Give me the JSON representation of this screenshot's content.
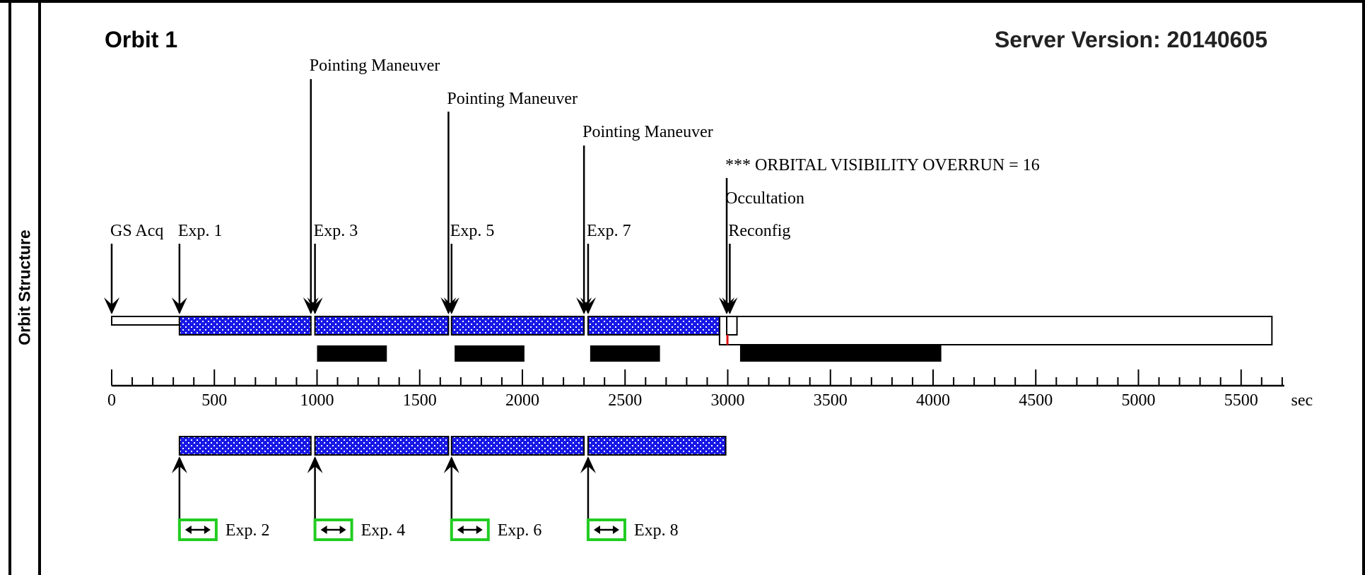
{
  "side_label": "Orbit Structure",
  "orbit_title": "Orbit 1",
  "server_version": "Server Version: 20140605",
  "time_axis": {
    "unit": "sec",
    "tick_labels": [
      "0",
      "500",
      "1000",
      "1500",
      "2000",
      "2500",
      "3000",
      "3500",
      "4000",
      "4500",
      "5000",
      "5500"
    ],
    "major_step": 500,
    "minor_step": 100,
    "max": 5700
  },
  "orbit_end": 5650,
  "pointing_maneuver_label": "Pointing Maneuver",
  "overrun_label": "*** ORBITAL VISIBILITY OVERRUN = 16",
  "occultation_label": "Occultation",
  "upper_events": [
    {
      "label": "GS Acq",
      "time": 0
    },
    {
      "label": "Exp. 1",
      "time": 330
    },
    {
      "label": "Exp. 3",
      "time": 990
    },
    {
      "label": "Exp. 5",
      "time": 1655
    },
    {
      "label": "Exp. 7",
      "time": 2320
    },
    {
      "label": "Reconfig",
      "time": 3010
    }
  ],
  "maneuvers": [
    {
      "time": 970
    },
    {
      "time": 1640
    },
    {
      "time": 2300
    }
  ],
  "occultation_time": 2995,
  "acquisition_segment": {
    "start": 0,
    "end": 330
  },
  "upper_exposures": [
    {
      "start": 330,
      "end": 970
    },
    {
      "start": 990,
      "end": 1640
    },
    {
      "start": 1655,
      "end": 2300
    },
    {
      "start": 2320,
      "end": 2960
    }
  ],
  "reconfig_box": {
    "start": 2995,
    "end": 3045
  },
  "black_bars": [
    {
      "start": 1000,
      "end": 1340
    },
    {
      "start": 1670,
      "end": 2010
    },
    {
      "start": 2330,
      "end": 2670
    },
    {
      "start": 3060,
      "end": 4040
    }
  ],
  "lower_exposures": [
    {
      "label": "Exp. 2",
      "start": 330,
      "end": 970
    },
    {
      "label": "Exp. 4",
      "start": 990,
      "end": 1640
    },
    {
      "label": "Exp. 6",
      "start": 1655,
      "end": 2300
    },
    {
      "label": "Exp. 8",
      "start": 2320,
      "end": 2990
    }
  ],
  "colors": {
    "exposure_fill": "#1818e6",
    "exposure_dot": "#ffffff",
    "parallel_icon_border": "#22cc22",
    "overrun_marker": "#e01010"
  }
}
